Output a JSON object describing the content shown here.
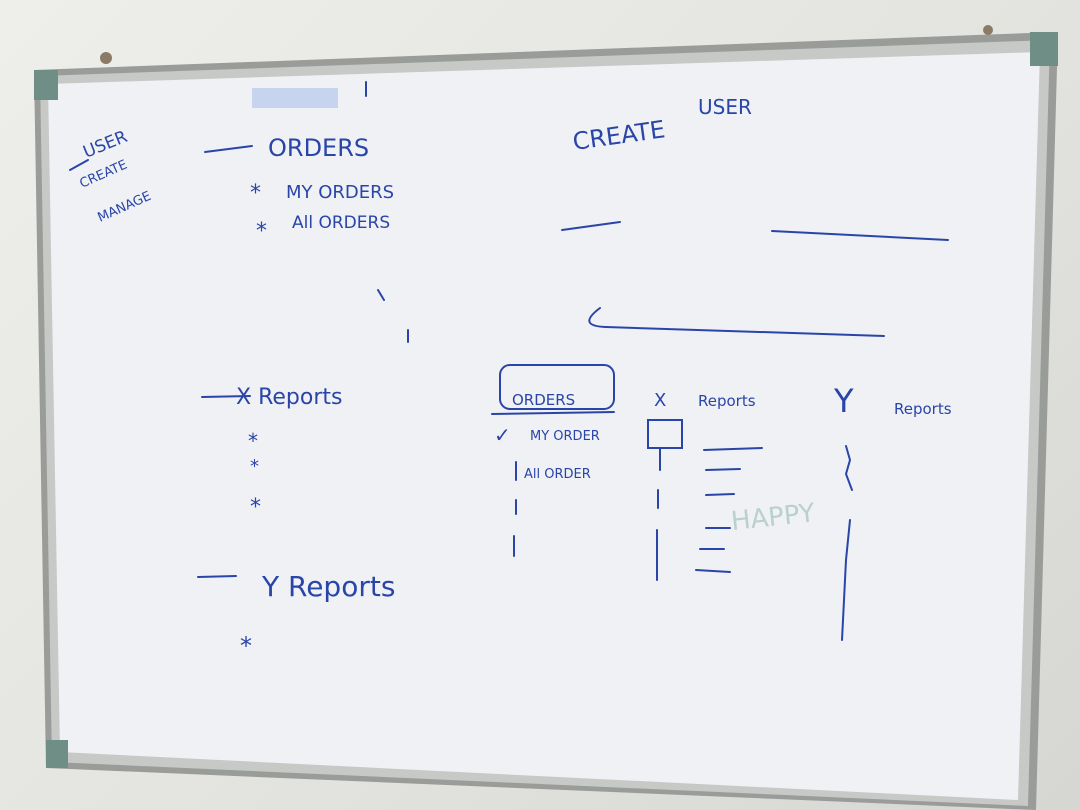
{
  "board": {
    "ink_color": "#2a45a8",
    "frame_color": "#9a9c9a",
    "surface_color": "#f0f2f6",
    "menu": {
      "user": "USER",
      "create": "CREATE",
      "manage": "MANAGE",
      "orders": "ORDERS",
      "my_orders": "MY ORDERS",
      "all_orders": "All ORDERS",
      "x_reports": "X Reports",
      "y_reports": "Y Reports"
    },
    "create_user": {
      "title_create": "CREATE",
      "title_user": "USER"
    },
    "tabs_mockup": {
      "tab_orders": "ORDERS",
      "my_order": "MY ORDER",
      "all_order": "All ORDER",
      "x_label": "X",
      "x_reports": "Reports",
      "y_label": "Y",
      "y_reports": "Reports",
      "faint_word": "HAPPY"
    }
  }
}
